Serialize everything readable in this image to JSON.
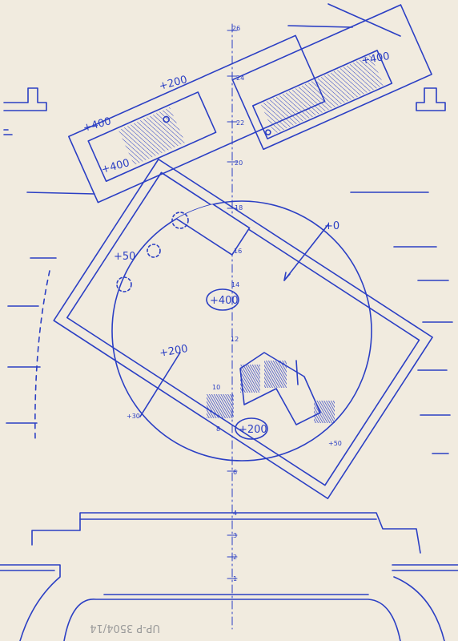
{
  "drawing": {
    "ink_color": "#2b3fc4",
    "paper_color": "#f1ebdf",
    "elevations": {
      "top_left_a": "+200",
      "top_left_b": "+400",
      "top_left_c": "+400",
      "top_right": "+400",
      "side_left": "+50",
      "center": "+400",
      "lower_left": "+200",
      "lower_right": "+200",
      "right_top": "+0",
      "bottom_right_corner": "+50",
      "bottom_left_corner": "+30"
    },
    "axis_marks": {
      "m26": "26",
      "m24": "24",
      "m22": "22",
      "m20": "20",
      "m18": "18",
      "m16": "16",
      "m14": "14",
      "m12": "12",
      "m10": "10",
      "m8": "8",
      "m6": "6",
      "m4": "4",
      "m3": "3",
      "m2": "2",
      "m1": "1"
    },
    "archive_code": "UP-P 3504/14"
  }
}
